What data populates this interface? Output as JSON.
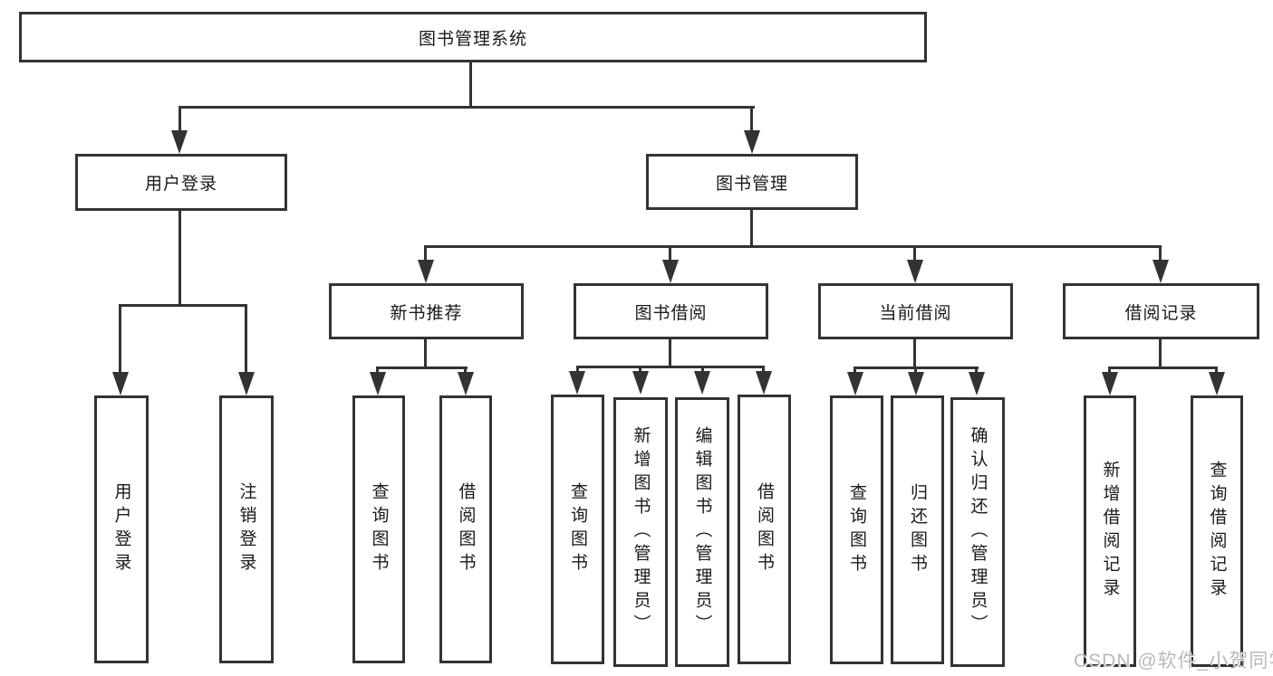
{
  "title": "图书管理系统",
  "tree": {
    "root": {
      "label": "图书管理系统"
    },
    "branches": [
      {
        "label": "用户登录",
        "children": [
          {
            "label": "用户登录"
          },
          {
            "label": "注销登录"
          }
        ]
      },
      {
        "label": "图书管理",
        "children": [
          {
            "label": "新书推荐",
            "children": [
              {
                "label": "查询图书"
              },
              {
                "label": "借阅图书"
              }
            ]
          },
          {
            "label": "图书借阅",
            "children": [
              {
                "label": "查询图书"
              },
              {
                "label": "新增图书（管理员）"
              },
              {
                "label": "编辑图书（管理员）"
              },
              {
                "label": "借阅图书"
              }
            ]
          },
          {
            "label": "当前借阅",
            "children": [
              {
                "label": "查询图书"
              },
              {
                "label": "归还图书"
              },
              {
                "label": "确认归还（管理员）"
              }
            ]
          },
          {
            "label": "借阅记录",
            "children": [
              {
                "label": "新增借阅记录"
              },
              {
                "label": "查询借阅记录"
              }
            ]
          }
        ]
      }
    ]
  },
  "watermark": {
    "text": "CSDN @软件_小贺同学",
    "color": "#b9b9b9"
  },
  "colors": {
    "line": "#333333",
    "box_border": "#333333",
    "text": "#1a1a1a",
    "background": "#ffffff"
  }
}
